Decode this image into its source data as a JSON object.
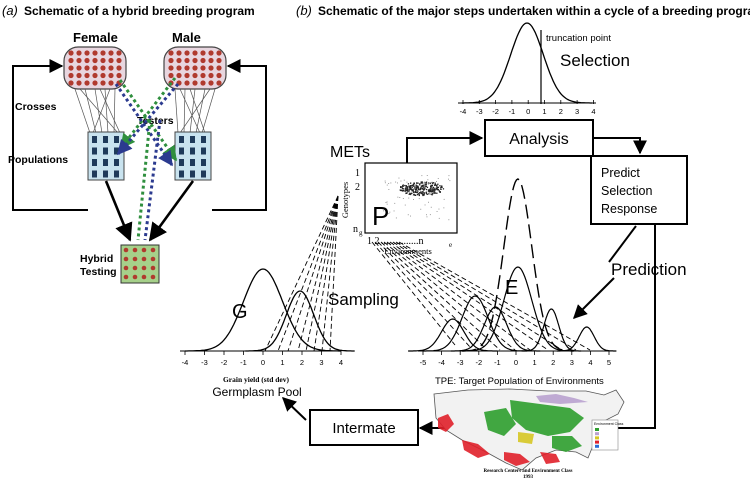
{
  "panel_a": {
    "letter": "(a)",
    "title": "Schematic of a hybrid breeding program",
    "female_label": "Female",
    "male_label": "Male",
    "crosses_label": "Crosses",
    "populations_label": "Populations",
    "testers_label": "Testers",
    "hybrid_label_1": "Hybrid",
    "hybrid_label_2": "Testing"
  },
  "panel_b": {
    "letter": "(b)",
    "title": "Schematic of the major steps undertaken within a cycle of a breeding program",
    "truncation_point": "truncation point",
    "selection": "Selection",
    "selection_ticks": [
      "-4",
      "-3",
      "-2",
      "-1",
      "0",
      "1",
      "2",
      "3",
      "4"
    ],
    "analysis": "Analysis",
    "mets": "METs",
    "p_letter": "P",
    "genotypes": "Genotypes",
    "geno_one": "1",
    "geno_two": "2",
    "geno_n": "n",
    "geno_n_sub": "g",
    "env_start": "1 2",
    "env_dots": "...............n",
    "env_n_sub": "e",
    "environments": "Environments",
    "predict_1": "Predict",
    "predict_2": "Selection",
    "predict_3": "Response",
    "prediction": "Prediction",
    "g_letter": "G",
    "e_letter": "E",
    "sampling": "Sampling",
    "grain_ticks": [
      "-4",
      "-3",
      "-2",
      "-1",
      "0",
      "1",
      "2",
      "3",
      "4"
    ],
    "grain_axis": "Grain yield (std dev)",
    "germplasm_pool": "Germplasm Pool",
    "env_ticks": [
      "-5",
      "-4",
      "-3",
      "-2",
      "-1",
      "0",
      "1",
      "2",
      "3",
      "4",
      "5"
    ],
    "tpe": "TPE: Target Population of Environments",
    "intermate": "Intermate",
    "map_caption_1": "Research Centers and Environment Class",
    "map_caption_2": "1993",
    "map_legend_title": "Environment Class"
  },
  "colors": {
    "cell_fill": "#c9e3ef",
    "parent_fill": "#e8d6df",
    "dot": "#b03a2e",
    "hybrid_fill": "#a6d08a",
    "green_dash": "#2f8f3e",
    "blue_dash": "#2b3a8f",
    "map_green": "#2e9e2e",
    "map_lilac": "#b9a2cf",
    "map_red": "#e0202a"
  }
}
